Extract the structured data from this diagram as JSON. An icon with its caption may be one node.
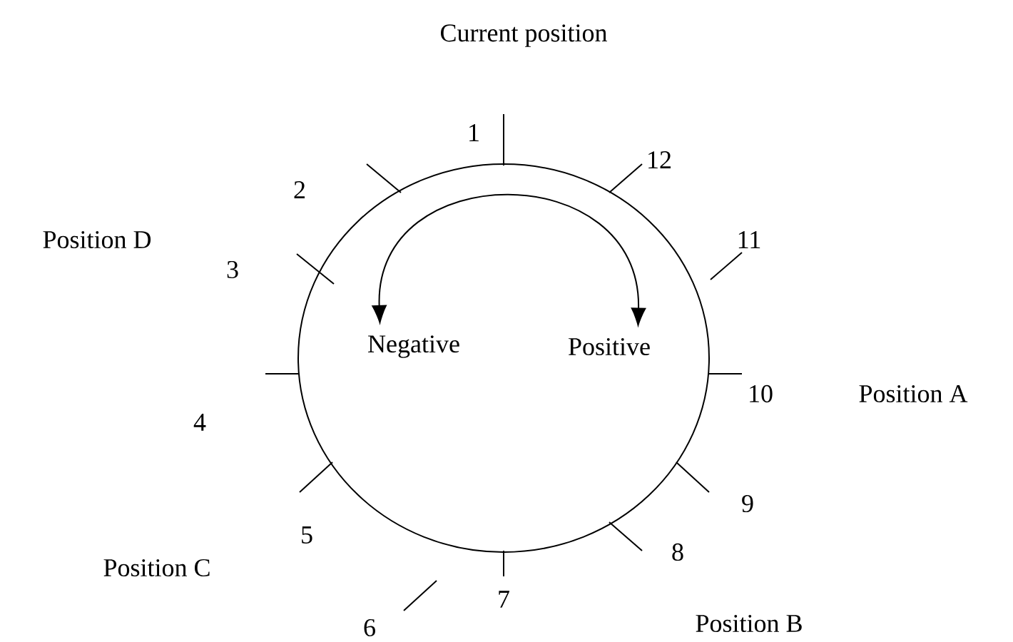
{
  "diagram": {
    "nodes": [
      {
        "text": [],
        "shape": "circle"
      },
      {
        "text": [
          "Negative"
        ],
        "in": 0
      },
      {
        "text": [
          "Positive"
        ],
        "in": 0
      }
    ],
    "edges": [
      {
        "from": 1,
        "to": 2,
        "arrow": "both"
      }
    ],
    "labels": [
      "Current position",
      "1",
      "12",
      "2",
      "11",
      "Position D",
      "3",
      "10",
      "Position A",
      "4",
      "9",
      "5",
      "8",
      "Position C",
      "6",
      "7",
      "Position B"
    ]
  }
}
